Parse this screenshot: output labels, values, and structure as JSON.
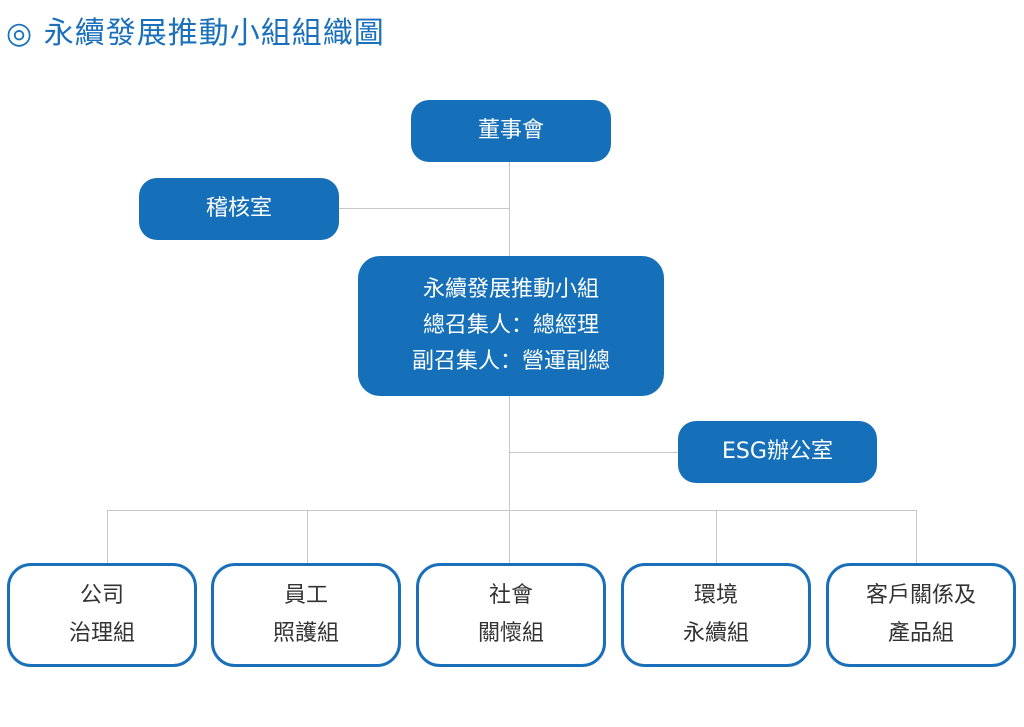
{
  "title": "◎ 永續發展推動小組組織圖",
  "board": "董事會",
  "audit": "稽核室",
  "committee": {
    "name": "永續發展推動小組",
    "convener": "總召集人：總經理",
    "deputy": "副召集人：營運副總"
  },
  "esg_office": "ESG辦公室",
  "groups": [
    {
      "line1": "公司",
      "line2": "治理組"
    },
    {
      "line1": "員工",
      "line2": "照護組"
    },
    {
      "line1": "社會",
      "line2": "關懷組"
    },
    {
      "line1": "環境",
      "line2": "永續組"
    },
    {
      "line1": "客戶關係及",
      "line2": "產品組"
    }
  ],
  "colors": {
    "primary": "#1570b9",
    "line": "#c8c8c8"
  }
}
